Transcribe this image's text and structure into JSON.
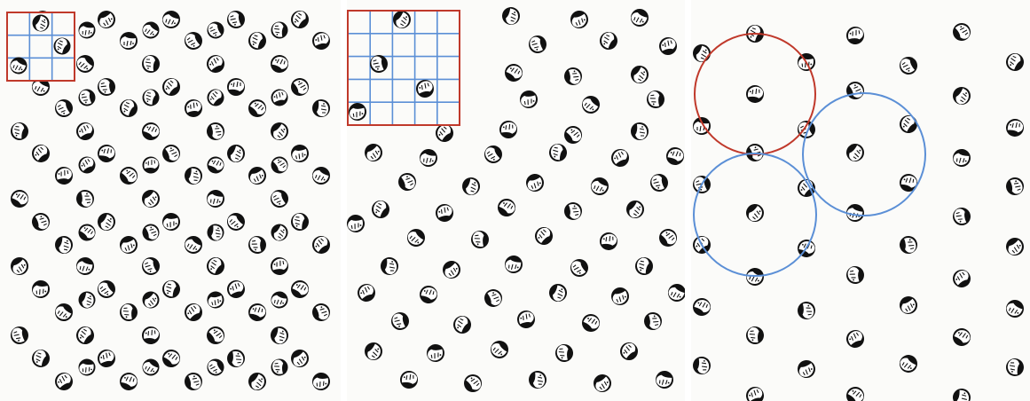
{
  "figure": {
    "panels": [
      {
        "id": "left",
        "motif": "face-motif",
        "inset": {
          "shape": "grid-square",
          "color": "#c0392b",
          "grid_color": "#5b8fd6",
          "grid_cols": 3,
          "grid_rows": 3
        }
      },
      {
        "id": "middle",
        "motif": "face-motif",
        "inset": {
          "shape": "grid-square",
          "color": "#c0392b",
          "grid_color": "#5b8fd6",
          "grid_cols": 5,
          "grid_rows": 5
        }
      },
      {
        "id": "right",
        "motif": "face-motif",
        "overlays": [
          {
            "shape": "circle",
            "color": "#c0392b"
          },
          {
            "shape": "circle",
            "color": "#5b8fd6"
          },
          {
            "shape": "circle",
            "color": "#5b8fd6"
          }
        ]
      }
    ],
    "colors": {
      "background": "#fbfbf9",
      "motif": "#111111",
      "red_outline": "#c0392b",
      "blue_outline": "#5b8fd6"
    }
  }
}
